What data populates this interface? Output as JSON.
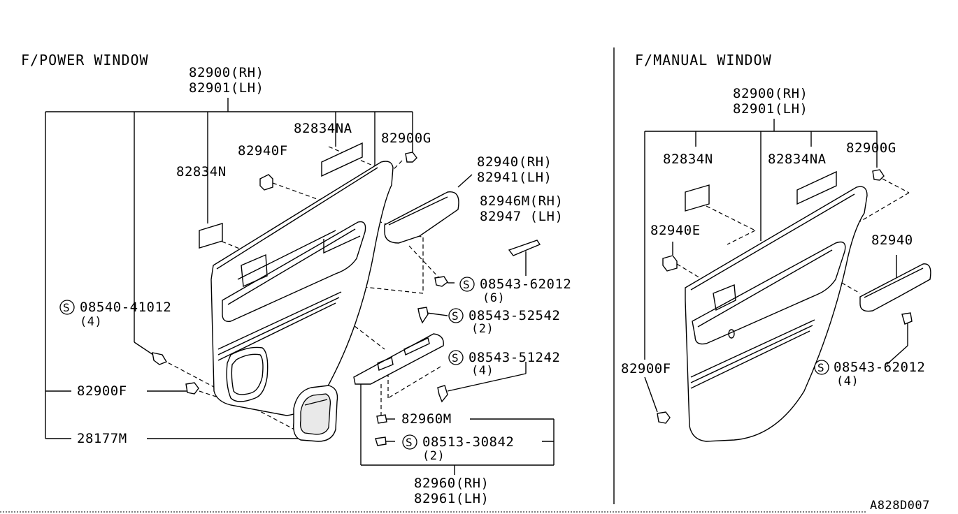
{
  "left_section": {
    "title": "F/POWER WINDOW",
    "labels": {
      "trim_rh": "82900(RH)",
      "trim_lh": "82901(LH)",
      "n82834na": "82834NA",
      "n82900g": "82900G",
      "n82940f": "82940F",
      "n82834n": "82834N",
      "n82940rh": "82940(RH)",
      "n82941lh": "82941(LH)",
      "n82946m": "82946M(RH)",
      "n82947": "82947  (LH)",
      "bolt_62012": "08543-62012",
      "bolt_62012_qty": "(6)",
      "clip_41012": "08540-41012",
      "clip_41012_qty": "(4)",
      "bolt_52542": "08543-52542",
      "bolt_52542_qty": "(2)",
      "bolt_51242": "08543-51242",
      "bolt_51242_qty": "(4)",
      "n82900f": "82900F",
      "n28177m": "28177M",
      "n82960m": "82960M",
      "bolt_30842": "08513-30842",
      "bolt_30842_qty": "(2)",
      "n82960rh": "82960(RH)",
      "n82961lh": "82961(LH)"
    }
  },
  "right_section": {
    "title": "F/MANUAL WINDOW",
    "labels": {
      "trim_rh": "82900(RH)",
      "trim_lh": "82901(LH)",
      "n82834n": "82834N",
      "n82834na": "82834NA",
      "n82900g": "82900G",
      "n82940e": "82940E",
      "n82940": "82940",
      "n82900f": "82900F",
      "bolt_62012": "08543-62012",
      "bolt_62012_qty": "(4)"
    }
  },
  "symbols": {
    "standard_part": "S"
  },
  "diagram_code": "A828D007"
}
